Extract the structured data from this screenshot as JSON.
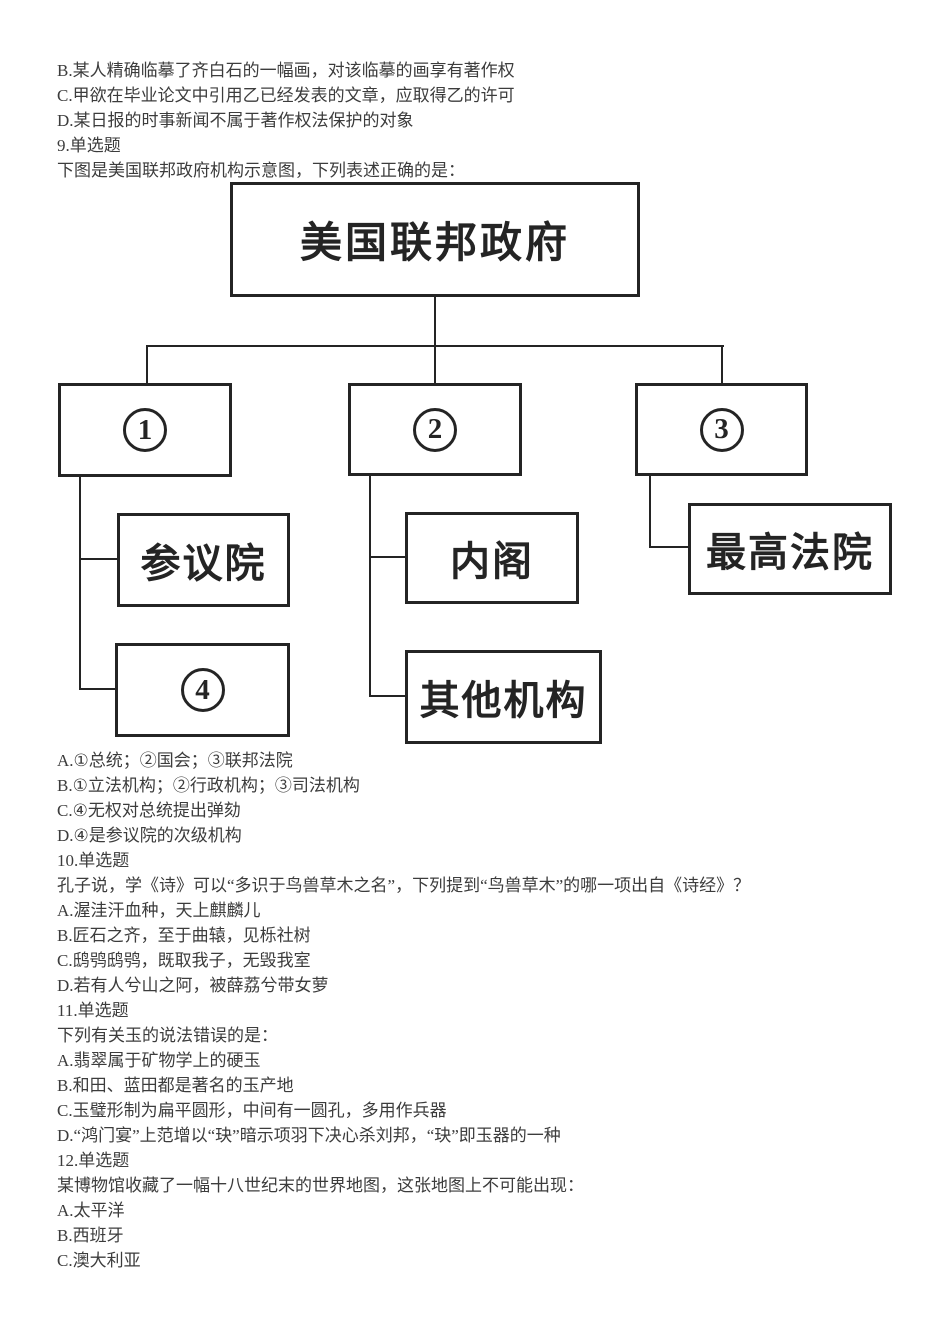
{
  "page_background": "#ffffff",
  "text_color": "#3c3c3c",
  "diagram_color": "#242424",
  "q8": {
    "options": [
      "B.某人精确临摹了齐白石的一幅画，对该临摹的画享有著作权",
      "C.甲欲在毕业论文中引用乙已经发表的文章，应取得乙的许可",
      "D.某日报的时事新闻不属于著作权法保护的对象"
    ]
  },
  "q9": {
    "label": "9.单选题",
    "stem": "下图是美国联邦政府机构示意图，下列表述正确的是：",
    "diagram": {
      "root": "美国联邦政府",
      "branch1_digit": "1",
      "branch2_digit": "2",
      "branch3_digit": "3",
      "branch4_digit": "4",
      "senate": "参议院",
      "cabinet": "内阁",
      "other_orgs": "其他机构",
      "supreme_court": "最高法院"
    },
    "options": [
      "A.①总统；②国会；③联邦法院",
      "B.①立法机构；②行政机构；③司法机构",
      "C.④无权对总统提出弹劾",
      "D.④是参议院的次级机构"
    ]
  },
  "q10": {
    "label": "10.单选题",
    "stem": "孔子说，学《诗》可以“多识于鸟兽草木之名”，下列提到“鸟兽草木”的哪一项出自《诗经》？",
    "options": [
      "A.渥洼汗血种，天上麒麟儿",
      "B.匠石之齐，至于曲辕，见栎社树",
      "C.鸱鸮鸱鸮，既取我子，无毁我室",
      "D.若有人兮山之阿，被薛荔兮带女萝"
    ]
  },
  "q11": {
    "label": "11.单选题",
    "stem": "下列有关玉的说法错误的是：",
    "options": [
      "A.翡翠属于矿物学上的硬玉",
      "B.和田、蓝田都是著名的玉产地",
      "C.玉璧形制为扁平圆形，中间有一圆孔，多用作兵器",
      "D.“鸿门宴”上范增以“玦”暗示项羽下决心杀刘邦，“玦”即玉器的一种"
    ]
  },
  "q12": {
    "label": "12.单选题",
    "stem": "某博物馆收藏了一幅十八世纪末的世界地图，这张地图上不可能出现：",
    "options": [
      "A.太平洋",
      "B.西班牙",
      "C.澳大利亚"
    ]
  }
}
